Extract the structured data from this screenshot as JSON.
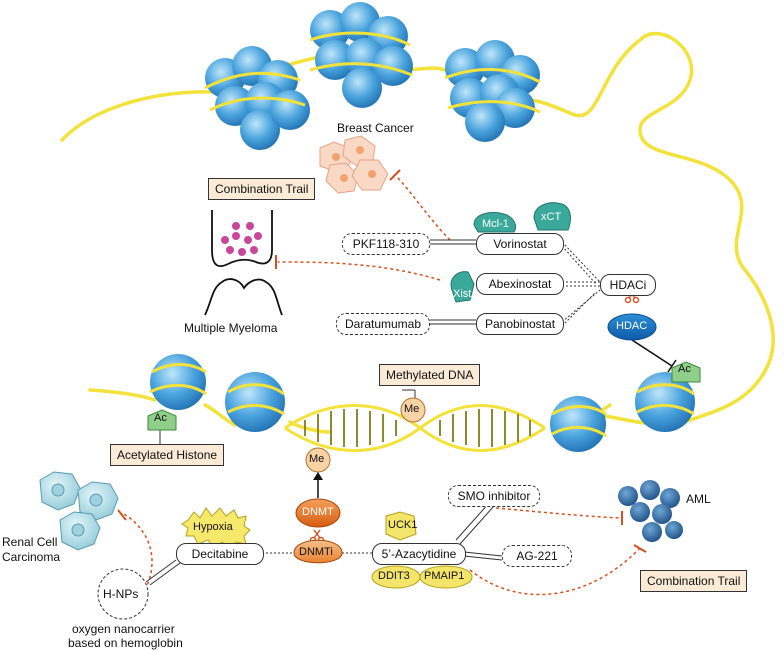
{
  "diagram": {
    "cancers": {
      "breast": "Breast Cancer",
      "myeloma": "Multiple Myeloma",
      "renal": "Renal Cell\nCarcinoma",
      "renal_line1": "Renal Cell",
      "renal_line2": "Carcinoma",
      "aml": "AML"
    },
    "boxes": {
      "combination_top": "Combination Trail",
      "combination_bottom": "Combination Trail",
      "methylated_dna": "Methylated DNA",
      "acetylated_histone": "Acetylated Histone"
    },
    "drugs": {
      "pkf": "PKF118-310",
      "vorinostat": "Vorinostat",
      "abexinostat": "Abexinostat",
      "daratumumab": "Daratumumab",
      "panobinostat": "Panobinostat",
      "hdaci": "HDACi",
      "hdac": "HDAC",
      "decitabine": "Decitabine",
      "dnmti": "DNMTi",
      "dnmt": "DNMT",
      "azacytidine": "5’-Azacytidine",
      "smo": "SMO inhibitor",
      "ag221": "AG-221",
      "hnps": "H-NPs"
    },
    "proteins": {
      "mcl1": "Mcl-1",
      "xct": "xCT",
      "xist": "Xist",
      "uck1": "UCK1",
      "ddit3": "DDIT3",
      "pmaip1": "PMAIP1",
      "hypoxia": "Hypoxia"
    },
    "marks": {
      "me_top": "Me",
      "me_bottom": "Me",
      "ac_left": "Ac",
      "ac_right": "Ac"
    },
    "notes": {
      "nanocarrier_line1": "oxygen nanocarrier",
      "nanocarrier_line2": "based on hemoglobin"
    },
    "colors": {
      "dna_yellow": "#f2e23a",
      "histone_blue": "#4aa3dd",
      "dark_blue": "#1e6fb5",
      "teal": "#3aa89a",
      "orange": "#e8742a",
      "box_fill": "#fbead6",
      "inhibit_red": "#d6501f"
    }
  }
}
